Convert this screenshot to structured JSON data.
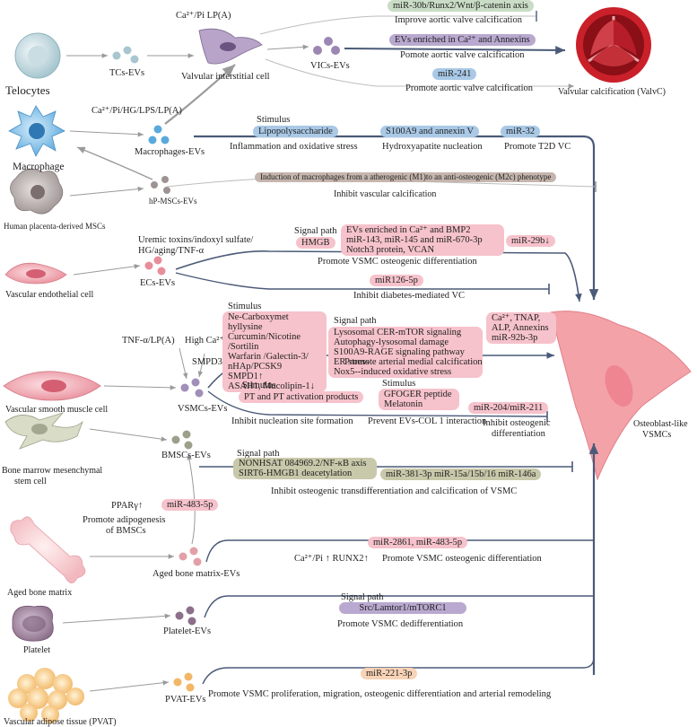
{
  "sources": {
    "telocytes": "Telocytes",
    "macrophage": "Macrophage",
    "placenta_mscs": "Human placenta-derived MSCs",
    "endothelial": "Vascular endothelial cell",
    "smooth_muscle": "Vascular smooth muscle cell",
    "bmsc_line1": "Bone marrow mesenchymal",
    "bmsc_line2": "stem cell",
    "aged_bone": "Aged bone matrix",
    "platelet": "Platelet",
    "pvat": "Vascular adipose tissue (PVAT)"
  },
  "evs": {
    "tcs": "TCs-EVs",
    "vics": "VICs-EVs",
    "macrophages": "Macrophages-EVs",
    "hpmscs": "hP-MSCs-EVs",
    "ecs": "ECs-EVs",
    "vsmcs": "VSMCs-EVs",
    "bmscs": "BMSCs-EVs",
    "aged_bone": "Aged bone matrix-EVs",
    "platelet": "Platelet-EVs",
    "pvat": "PVAT-EVs"
  },
  "targets": {
    "valvular_interstitial": "Valvular interstitial cell",
    "valvc": "Valvular calcification (ValvC)",
    "osteoblast_line1": "Osteoblast-like",
    "osteoblast_line2": "VSMCs"
  },
  "stimuli": {
    "vic": "Ca²⁺/Pi  LP(A)",
    "macrophage": "Ca²⁺/Pi/HG/LPS/LP(A)",
    "ec_line1": "Uremic toxins/indoxyl sulfate/",
    "ec_line2": "HG/aging/TNF-α",
    "vsmc_left": "TNF-α/LP(A)",
    "vsmc_ca": "High Ca²⁺",
    "smpd3": "SMPD3↑",
    "pparg": "PPARγ↑",
    "runx2": "Ca²⁺/Pi ↑    RUNX2↑"
  },
  "labels": {
    "stimulus": "Stimulus",
    "signal_path": "Signal path"
  },
  "valve": {
    "mir30b": "miR-30b/Runx2/Wnt/β-catenin axis",
    "improve": "Improve aortic valve calcification",
    "evs_enriched": "EVs enriched in  Ca²⁺ and Annexins",
    "promote1": "Pomote aortic valve calcification",
    "mir241": "miR-241",
    "promote2": "Promote aortic valve calcification"
  },
  "macrophage": {
    "lps": "Lipopolysaccharide",
    "s100a9": "S100A9 and annexin V",
    "mir32": "miR-32",
    "inflammation": "Inflammation and oxidative stress",
    "hydroxyapatite": "Hydroxyapatite nucleation",
    "t2d": "Promote T2D VC",
    "induction": "Induction of macrophages from a  atherogenic (M1)to an  anti-osteogenic (M2c) phenotype",
    "inhibit": "Inhibit vascular calcification"
  },
  "ec": {
    "hmgb": "HMGB",
    "evs_line1": "EVs enriched in  Ca²⁺ and BMP2",
    "evs_line2": "miR-143, miR-145 and miR-670-3p",
    "evs_line3": "Notch3 protein, VCAN",
    "mir29b": "miR-29b↓",
    "promote": "Promote VSMC osteogenic differentiation",
    "mir126": "miR126-5p",
    "inhibit": "Inhibit diabetes-mediated VC"
  },
  "vsmc": {
    "stim_lines": [
      "Ne-Carboxymet hyllysine",
      "Curcumin/Nicotine /Sortilin",
      "Warfarin /Galectin-3/",
      "nHAp/PCSK9",
      "SMPD1↑",
      "ASAH1, Mucolipin-1↓"
    ],
    "signal_lines": [
      "Lysosomal CER-mTOR signaling",
      "Autophagy-lysosomal damage",
      "S100A9-RAGE signaling pathway",
      "ER stress",
      "Nox5--induced oxidative stress"
    ],
    "ca_lines": [
      "Ca²⁺, TNAP,",
      "ALP, Annexins",
      "miR-92b-3p"
    ],
    "promote": "Promote arterial medial calcification",
    "pt": "PT and PT activation products",
    "gfoger_line1": "GFOGER peptide",
    "gfoger_line2": "Melatonin",
    "mir204": "miR-204/miR-211",
    "inhibit_nucleation": "Inhibit nucleation site formation",
    "prevent": "Prevent EVs-COL 1 interaction",
    "inhibit_osteo_line1": "Inhibit osteogenic",
    "inhibit_osteo_line2": "differentiation"
  },
  "bmsc": {
    "signal_line1": "NONHSAT 084969.2/NF-κB axis",
    "signal_line2": "SIRT6-HMGB1 deacetylation",
    "mirs": "miR-381-3p   miR-15a/15b/16   miR-146a",
    "inhibit": "Inhibit osteogenic transdifferentiation and calcification of  VSMC",
    "mir483": "miR-483-5p",
    "adipo_line1": "Promote adipogenesis",
    "adipo_line2": "of BMSCs"
  },
  "aged": {
    "mirs": "miR-2861, miR-483-5p",
    "promote": "Promote VSMC osteogenic differentiation"
  },
  "platelet": {
    "src": "Src/Lamtor1/mTORC1",
    "promote": "Promote VSMC dedifferentiation"
  },
  "pvat": {
    "mir221": "miR-221-3p",
    "promote": "Promote VSMC proliferation,  migration,  osteogenic differentiation  and arterial remodeling"
  },
  "colors": {
    "line": "#4a5a78",
    "arrow_gray": "#9a9a9a",
    "pink_box": "#f6c2cb",
    "blue_box": "#a9c9e6",
    "purple_box": "#b9a8cf",
    "valve_red": "#c9202a",
    "osteo_cell": "#f3a2a8"
  }
}
